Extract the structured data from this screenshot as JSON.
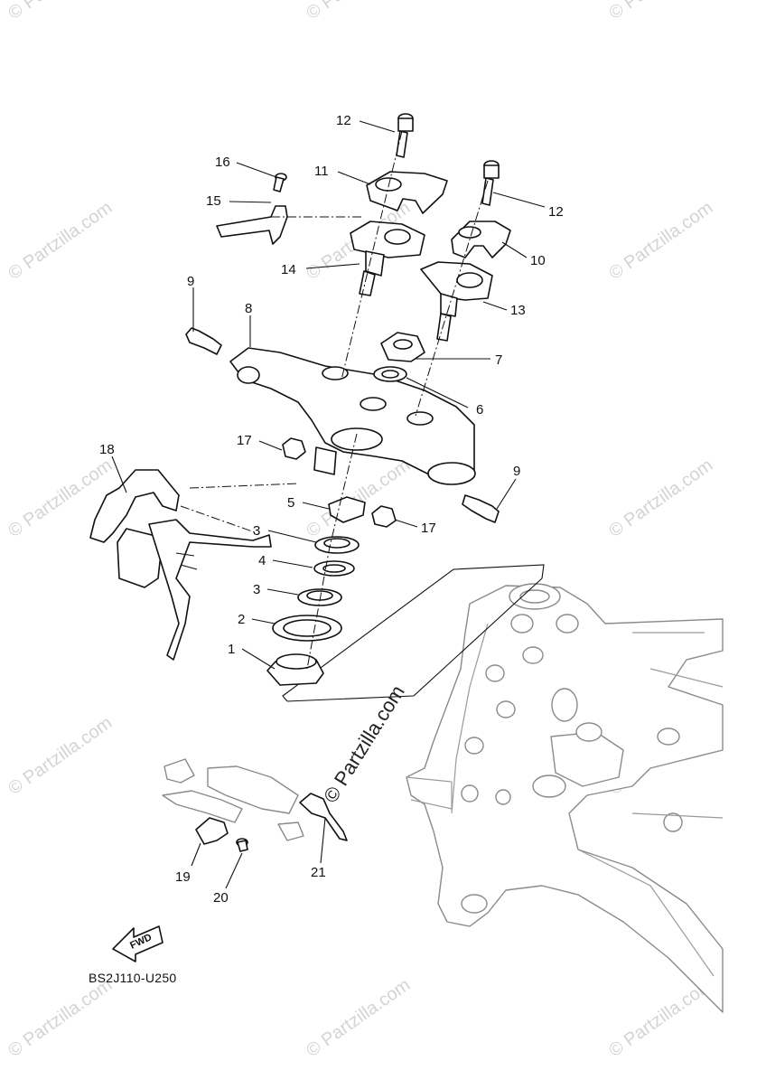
{
  "watermark": {
    "text": "© Partzilla.com",
    "center_text": "© Partzilla.com"
  },
  "diagram": {
    "code": "BS2J110-U250",
    "fwd_label": "FWD"
  },
  "callouts": [
    {
      "id": "callout-12a",
      "label": "12"
    },
    {
      "id": "callout-16",
      "label": "16"
    },
    {
      "id": "callout-11",
      "label": "11"
    },
    {
      "id": "callout-15",
      "label": "15"
    },
    {
      "id": "callout-12b",
      "label": "12"
    },
    {
      "id": "callout-10",
      "label": "10"
    },
    {
      "id": "callout-14",
      "label": "14"
    },
    {
      "id": "callout-13",
      "label": "13"
    },
    {
      "id": "callout-9a",
      "label": "9"
    },
    {
      "id": "callout-8",
      "label": "8"
    },
    {
      "id": "callout-7",
      "label": "7"
    },
    {
      "id": "callout-6",
      "label": "6"
    },
    {
      "id": "callout-17a",
      "label": "17"
    },
    {
      "id": "callout-18",
      "label": "18"
    },
    {
      "id": "callout-9b",
      "label": "9"
    },
    {
      "id": "callout-5",
      "label": "5"
    },
    {
      "id": "callout-17b",
      "label": "17"
    },
    {
      "id": "callout-3a",
      "label": "3"
    },
    {
      "id": "callout-4",
      "label": "4"
    },
    {
      "id": "callout-3b",
      "label": "3"
    },
    {
      "id": "callout-2",
      "label": "2"
    },
    {
      "id": "callout-1",
      "label": "1"
    },
    {
      "id": "callout-19",
      "label": "19"
    },
    {
      "id": "callout-21",
      "label": "21"
    },
    {
      "id": "callout-20",
      "label": "20"
    }
  ]
}
